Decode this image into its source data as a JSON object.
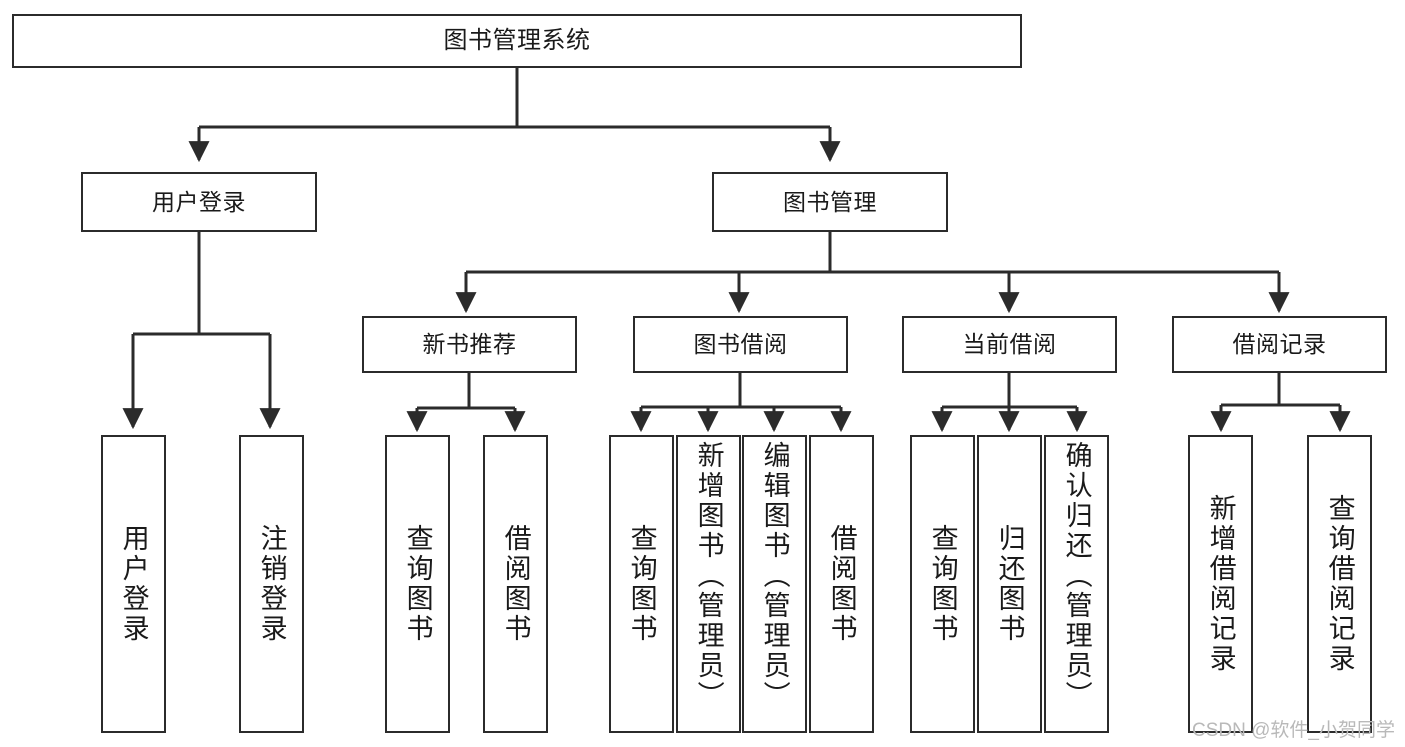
{
  "diagram": {
    "type": "hierarchy-tree",
    "title": "图书管理系统",
    "levels": 4,
    "root": {
      "label": "图书管理系统"
    },
    "level2": [
      {
        "label": "用户登录"
      },
      {
        "label": "图书管理"
      }
    ],
    "level3": [
      {
        "label": "新书推荐"
      },
      {
        "label": "图书借阅"
      },
      {
        "label": "当前借阅"
      },
      {
        "label": "借阅记录"
      }
    ],
    "leaves": [
      {
        "label": "用户登录",
        "parent": "用户登录"
      },
      {
        "label": "注销登录",
        "parent": "用户登录"
      },
      {
        "label": "查询图书",
        "parent": "新书推荐"
      },
      {
        "label": "借阅图书",
        "parent": "新书推荐"
      },
      {
        "label": "查询图书",
        "parent": "图书借阅"
      },
      {
        "label": "新增图书（管理员）",
        "parent": "图书借阅"
      },
      {
        "label": "编辑图书（管理员）",
        "parent": "图书借阅"
      },
      {
        "label": "借阅图书",
        "parent": "图书借阅"
      },
      {
        "label": "查询图书",
        "parent": "当前借阅"
      },
      {
        "label": "归还图书",
        "parent": "当前借阅"
      },
      {
        "label": "确认归还（管理员）",
        "parent": "当前借阅"
      },
      {
        "label": "新增借阅记录",
        "parent": "借阅记录"
      },
      {
        "label": "查询借阅记录",
        "parent": "借阅记录"
      }
    ],
    "colors": {
      "stroke": "#2b2b2b",
      "fill": "#ffffff",
      "text": "#1a1a1a",
      "watermark": "#b9b9b9"
    }
  },
  "watermark": {
    "text": "CSDN @软件_小贺同学"
  }
}
